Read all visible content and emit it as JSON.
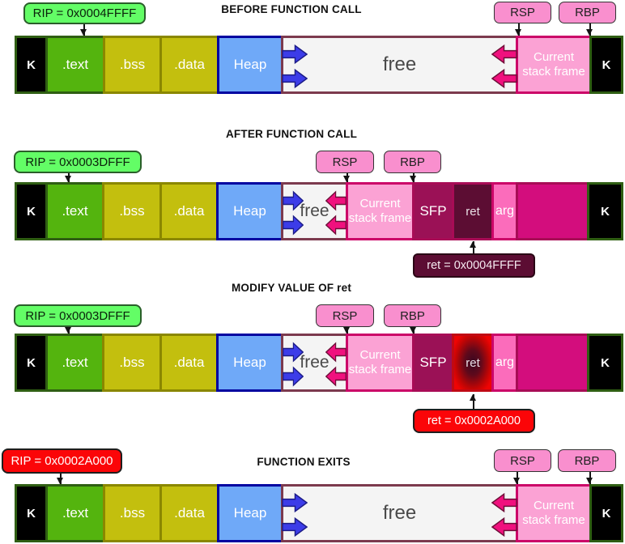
{
  "diagram": {
    "rows": [
      {
        "title": "BEFORE FUNCTION CALL",
        "rip": "RIP = 0x0004FFFF",
        "rsp": "RSP",
        "rbp": "RBP",
        "segments": {
          "kernel_left": "K",
          "text": ".text",
          "bss": ".bss",
          "data": ".data",
          "heap": "Heap",
          "free": "free",
          "frame": "Current stack frame",
          "kernel_right": "K"
        }
      },
      {
        "title": "AFTER FUNCTION CALL",
        "rip": "RIP = 0x0003DFFF",
        "rsp": "RSP",
        "rbp": "RBP",
        "ret_note": "ret = 0x0004FFFF",
        "segments": {
          "kernel_left": "K",
          "text": ".text",
          "bss": ".bss",
          "data": ".data",
          "heap": "Heap",
          "free": "free",
          "frame": "Current stack frame",
          "sfp": "SFP",
          "ret": "ret",
          "arg": "arg",
          "kernel_right": "K"
        }
      },
      {
        "title": "MODIFY VALUE OF ret",
        "rip": "RIP = 0x0003DFFF",
        "rsp": "RSP",
        "rbp": "RBP",
        "ret_note": "ret = 0x0002A000",
        "segments": {
          "kernel_left": "K",
          "text": ".text",
          "bss": ".bss",
          "data": ".data",
          "heap": "Heap",
          "free": "free",
          "frame": "Current stack frame",
          "sfp": "SFP",
          "ret": "ret",
          "arg": "arg",
          "kernel_right": "K"
        }
      },
      {
        "title": "FUNCTION EXITS",
        "rip": "RIP = 0x0002A000",
        "rsp": "RSP",
        "rbp": "RBP",
        "segments": {
          "kernel_left": "K",
          "text": ".text",
          "bss": ".bss",
          "data": ".data",
          "heap": "Heap",
          "free": "free",
          "frame": "Current stack frame",
          "kernel_right": "K"
        }
      }
    ],
    "colors": {
      "rip_normal_fill": "#63FD66",
      "rip_normal_border": "#2A5E2A",
      "alert_red_fill": "#FB0508",
      "register_pill_fill": "#F98FCE",
      "ret_note_dark_fill": "#5C0D33",
      "kernel_fill": "#000000",
      "kernel_border": "#2F5E13",
      "text_segment_fill": "#54B40E",
      "bss_data_fill": "#C3BF0E",
      "heap_fill": "#6FA9F8",
      "heap_border": "#0202A0",
      "free_fill": "#F4F4F4",
      "free_border": "#7C3A4E",
      "stack_frame_fill": "#FBA2D4",
      "stack_frame_border": "#CB0668",
      "sfp_fill": "#9B1156",
      "ret_fill": "#5C0D33",
      "arg_fill": "#FB6CBB",
      "prev_frame_fill": "#D30D7D",
      "blue_arrow_fill": "#3C3CE8",
      "pink_arrow_fill": "#F0117E",
      "ret_hot_center": "#380821",
      "ret_hot_edge": "#EE0404"
    }
  }
}
